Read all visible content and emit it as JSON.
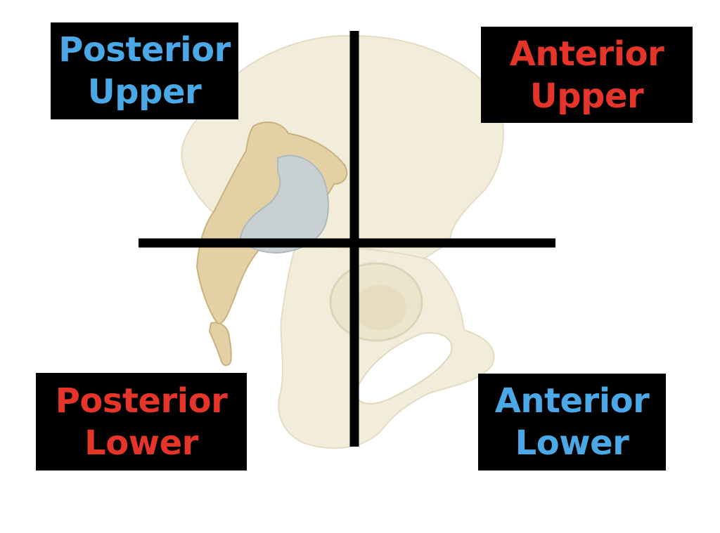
{
  "colors": {
    "blue": "#4aa8e6",
    "red": "#e5352a",
    "box_background": "#000000",
    "bone": "#f2ecda",
    "sacrum": "#e3d0a4",
    "cartilage": "#c8d0d4",
    "divider": "#000000"
  },
  "labels": {
    "posterior_upper": {
      "line1": "Posterior",
      "line2": "Upper",
      "color": "#4aa8e6"
    },
    "anterior_upper": {
      "line1": "Anterior",
      "line2": "Upper",
      "color": "#e5352a"
    },
    "posterior_lower": {
      "line1": "Posterior",
      "line2": "Lower",
      "color": "#e5352a"
    },
    "anterior_lower": {
      "line1": "Anterior",
      "line2": "Lower",
      "color": "#4aa8e6"
    }
  },
  "illustration": {
    "subject": "hip-bone-with-sacrum-lateral-view",
    "divider": "quadrant-cross"
  }
}
